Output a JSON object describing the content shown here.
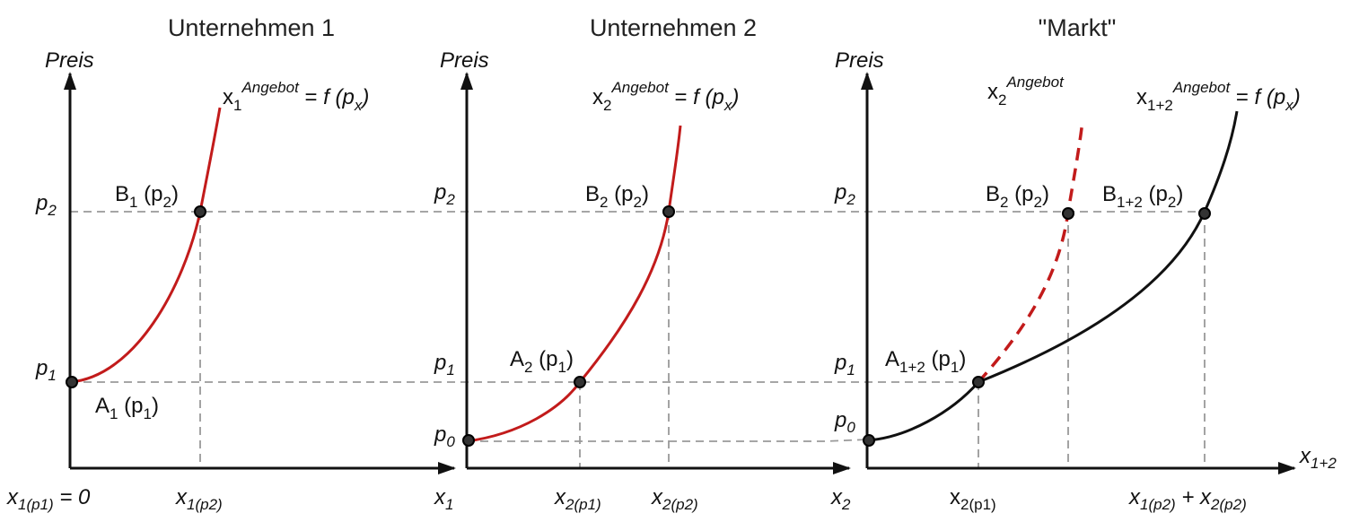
{
  "titles": {
    "panel1": "Unternehmen 1",
    "panel2": "Unternehmen 2",
    "panel3": "\"Markt\""
  },
  "axis": {
    "y_label": "Preis",
    "p0": {
      "base": "p",
      "sub": "0"
    },
    "p1": {
      "base": "p",
      "sub": "1"
    },
    "p2": {
      "base": "p",
      "sub": "2"
    },
    "x1": {
      "base": "x",
      "sub": "1"
    },
    "x2": {
      "base": "x",
      "sub": "2"
    },
    "x12": {
      "base": "x",
      "sub": "1+2"
    }
  },
  "curve_labels": {
    "c1": {
      "base": "x",
      "sub": "1",
      "sup": "Angebot",
      "rest": " = ",
      "f": "f (p",
      "fsub": "x",
      "close": ")"
    },
    "c2": {
      "base": "x",
      "sub": "2",
      "sup": "Angebot",
      "rest": " = ",
      "f": "f (p",
      "fsub": "x",
      "close": ")"
    },
    "c3dash": {
      "base": "x",
      "sub": "2",
      "sup": "Angebot"
    },
    "c3": {
      "base": "x",
      "sub": "1+2",
      "sup": "Angebot",
      "rest": " = ",
      "f": "f (p",
      "fsub": "x",
      "close": ")"
    }
  },
  "points": {
    "A1": {
      "base": "A",
      "sub": "1",
      "arg": " (p",
      "argsub": "1",
      "close": ")"
    },
    "B1": {
      "base": "B",
      "sub": "1",
      "arg": " (p",
      "argsub": "2",
      "close": ")"
    },
    "A2": {
      "base": "A",
      "sub": "2",
      "arg": " (p",
      "argsub": "1",
      "close": ")"
    },
    "B2": {
      "base": "B",
      "sub": "2",
      "arg": " (p",
      "argsub": "2",
      "close": ")"
    },
    "B2m": {
      "base": "B",
      "sub": "2",
      "arg": " (p",
      "argsub": "2",
      "close": ")"
    },
    "A12": {
      "base": "A",
      "sub": "1+2",
      "arg": " (p",
      "argsub": "1",
      "close": ")"
    },
    "B12": {
      "base": "B",
      "sub": "1+2",
      "arg": " (p",
      "argsub": "2",
      "close": ")"
    }
  },
  "x_ticks": {
    "t1a": {
      "base": "x",
      "sub": "1(p1)",
      "rest": " = 0"
    },
    "t1b": {
      "base": "x",
      "sub": "1(p2)"
    },
    "t2a": {
      "base": "x",
      "sub": "2(p1)"
    },
    "t2b": {
      "base": "x",
      "sub": "2(p2)"
    },
    "t3a": {
      "base": "x",
      "sub": "2(p1)"
    },
    "t3b_a": {
      "base": "x",
      "sub": "1(p2)"
    },
    "t3b_plus": " + ",
    "t3b_b": {
      "base": "x",
      "sub": "2(p2)"
    }
  },
  "colors": {
    "supply_curve": "#c21b1b",
    "market_curve": "#111111",
    "guide": "#999999"
  }
}
